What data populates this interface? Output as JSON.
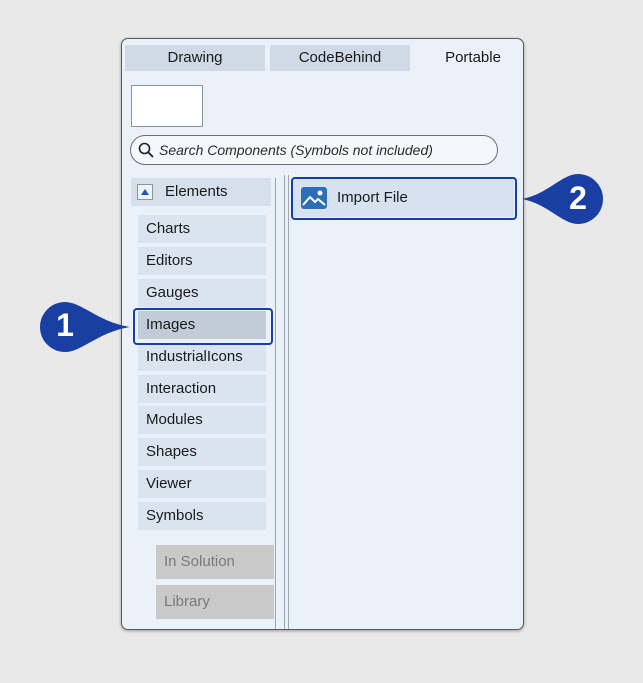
{
  "tabs": [
    {
      "label": "Drawing",
      "active": false
    },
    {
      "label": "CodeBehind",
      "active": false
    },
    {
      "label": "Portable",
      "active": true
    }
  ],
  "search": {
    "placeholder": "Search Components (Symbols not included)",
    "icon": "search-icon"
  },
  "elements": {
    "header_label": "Elements",
    "categories": [
      "Charts",
      "Editors",
      "Gauges",
      "Images",
      "IndustrialIcons",
      "Interaction",
      "Modules",
      "Shapes",
      "Viewer",
      "Symbols"
    ],
    "selected": "Images"
  },
  "sub_buttons": [
    "In Solution",
    "Library"
  ],
  "components": [
    {
      "label": "Import File",
      "icon": "image-icon"
    }
  ],
  "callouts": [
    "1",
    "2"
  ],
  "colors": {
    "highlight": "#1a3fa3",
    "callout": "#1a3fa3",
    "panel_bg": "#eaf1f8"
  }
}
